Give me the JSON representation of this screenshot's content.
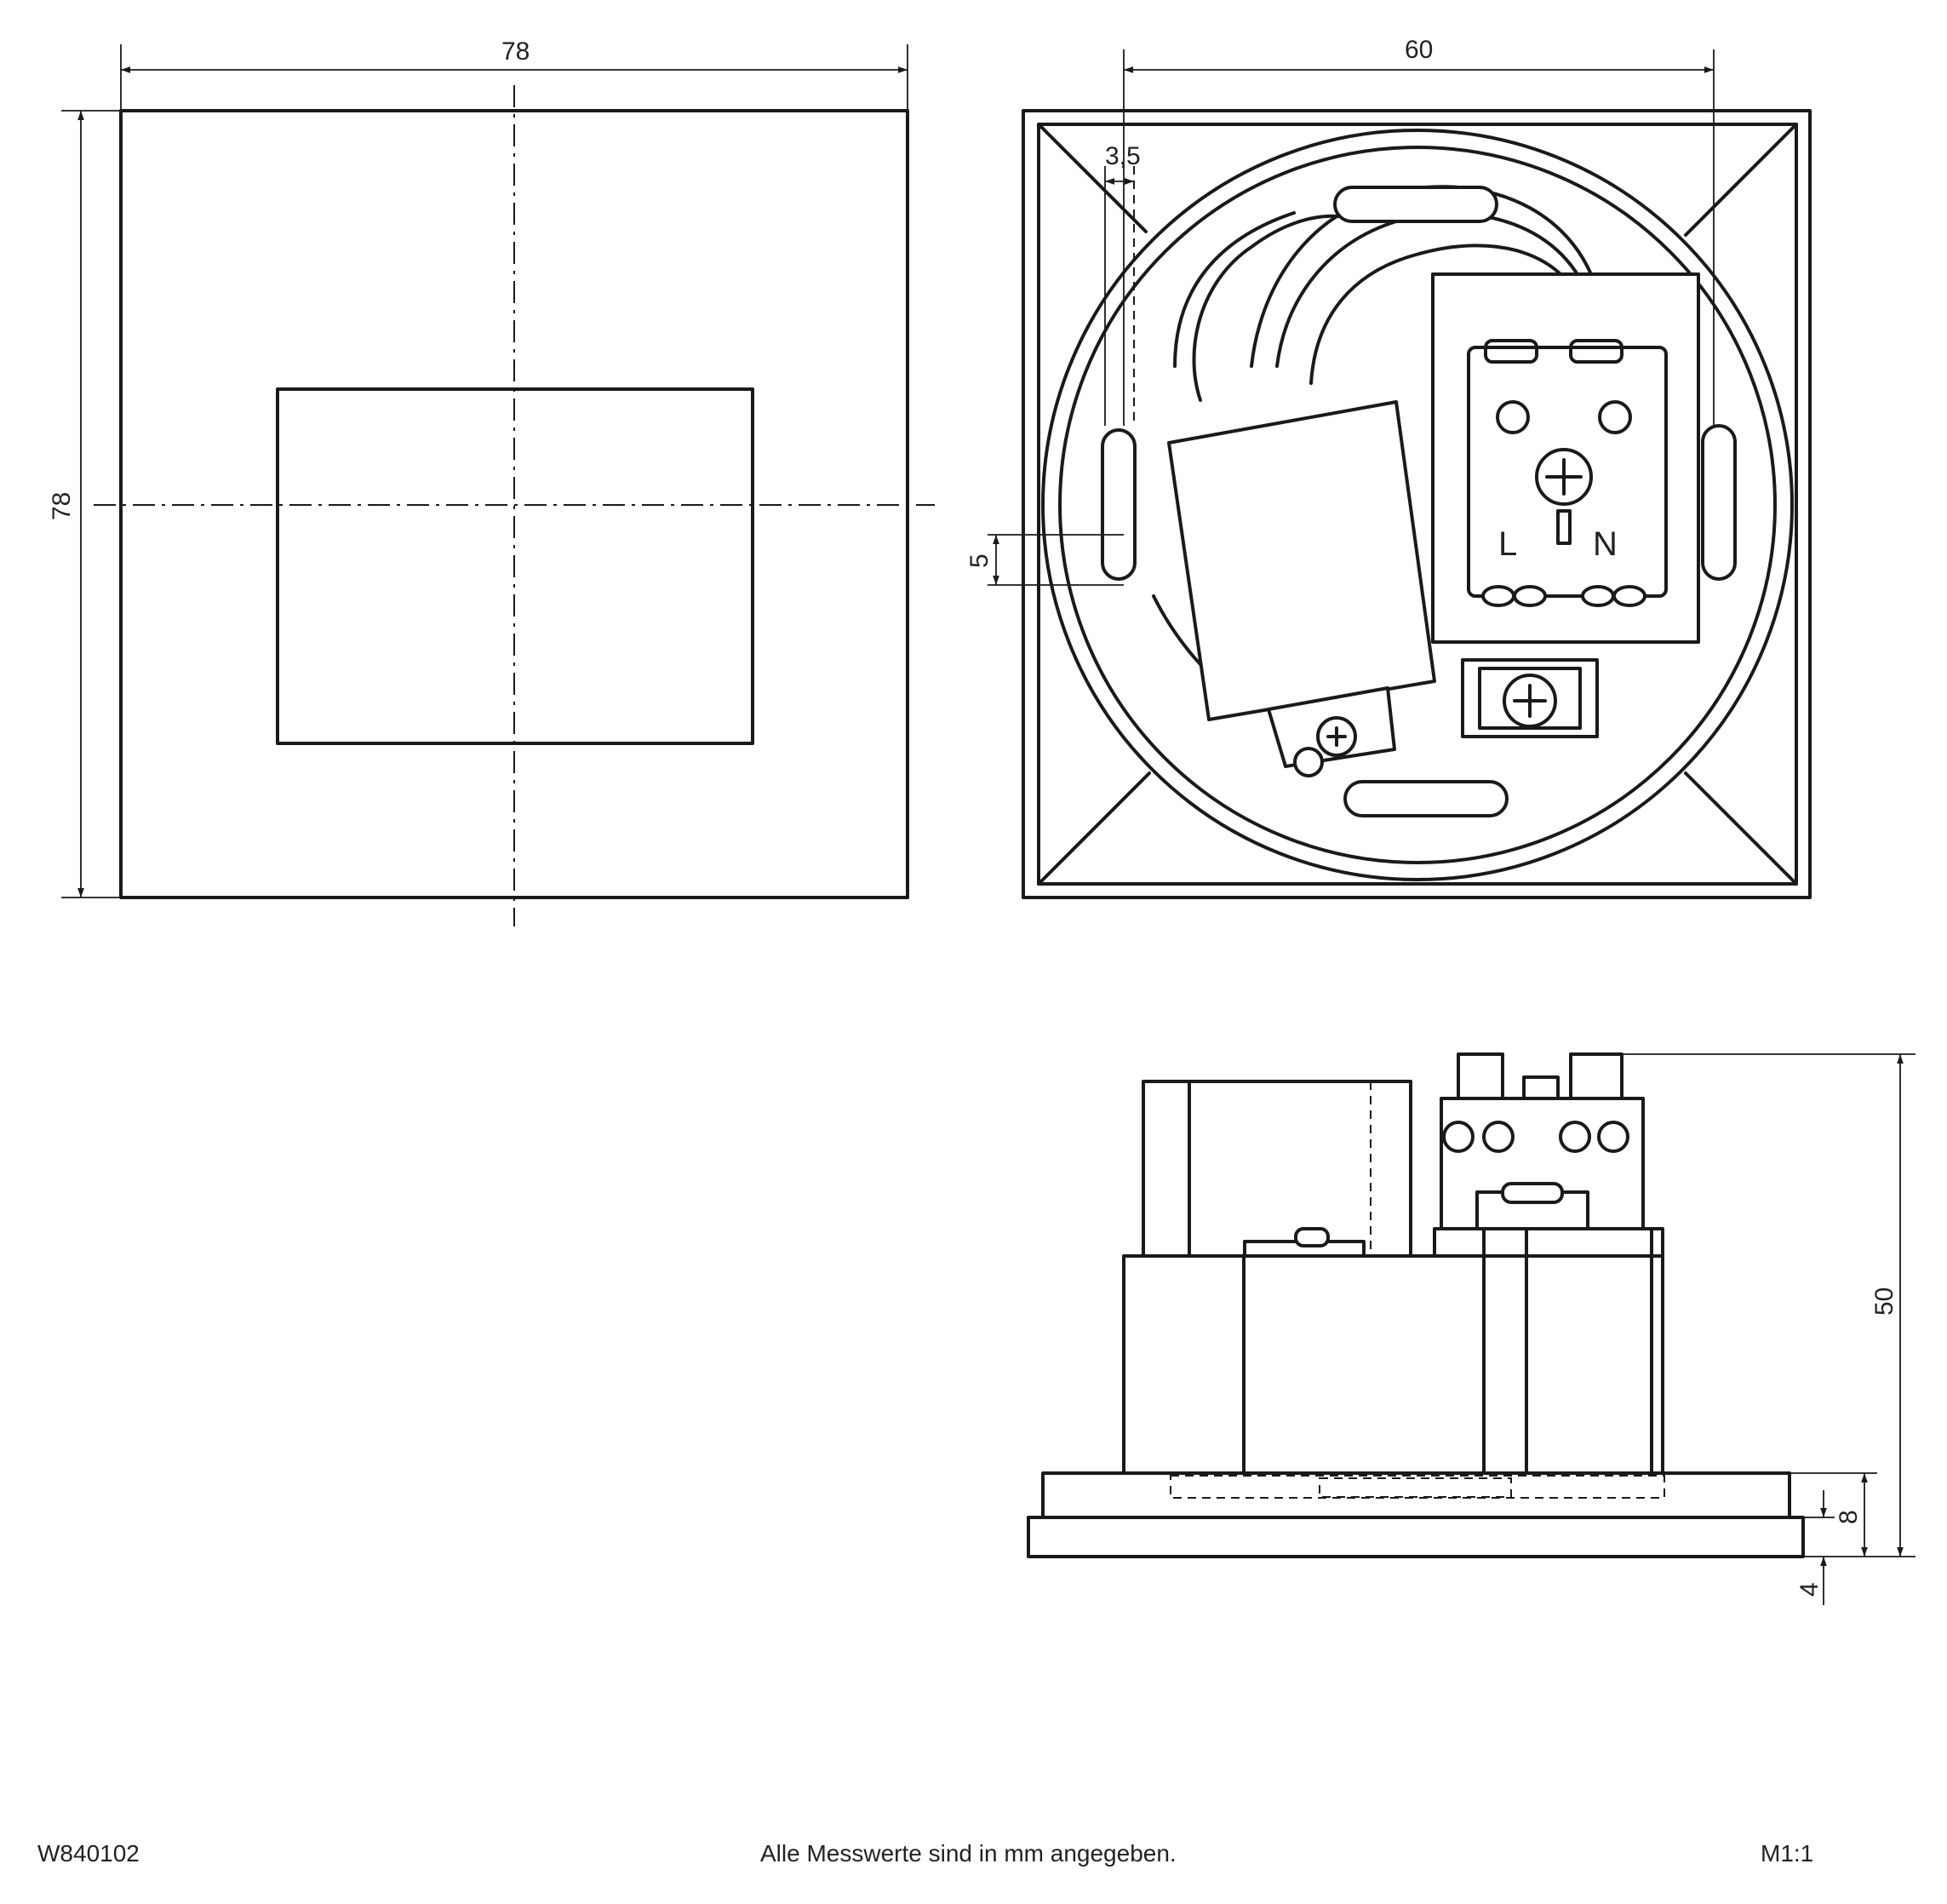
{
  "dimensions": {
    "front_width": "78",
    "front_height": "78",
    "mount_spacing": "60",
    "slot_offset": "3,5",
    "slot_length": "5",
    "side_height": "50",
    "plate_thickness": "8",
    "bottom_offset": "4"
  },
  "terminals": {
    "live": "L",
    "neutral": "N"
  },
  "footer": {
    "article_number": "W840102",
    "note": "Alle Messwerte sind in mm angegeben.",
    "scale": "M1:1"
  }
}
